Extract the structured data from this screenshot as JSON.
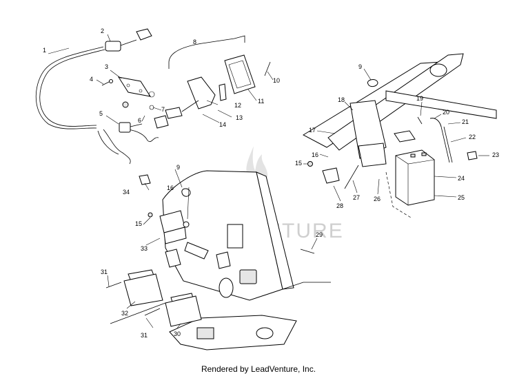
{
  "diagram": {
    "callouts": [
      {
        "id": "1",
        "text": "1"
      },
      {
        "id": "2",
        "text": "2"
      },
      {
        "id": "3",
        "text": "3"
      },
      {
        "id": "4",
        "text": "4"
      },
      {
        "id": "5",
        "text": "5"
      },
      {
        "id": "6",
        "text": "6"
      },
      {
        "id": "7",
        "text": "7"
      },
      {
        "id": "8",
        "text": "8"
      },
      {
        "id": "9a",
        "text": "9"
      },
      {
        "id": "9b",
        "text": "9"
      },
      {
        "id": "10",
        "text": "10"
      },
      {
        "id": "11",
        "text": "11"
      },
      {
        "id": "12",
        "text": "12"
      },
      {
        "id": "13",
        "text": "13"
      },
      {
        "id": "14",
        "text": "14"
      },
      {
        "id": "15a",
        "text": "15"
      },
      {
        "id": "15b",
        "text": "15"
      },
      {
        "id": "16a",
        "text": "16"
      },
      {
        "id": "16b",
        "text": "16"
      },
      {
        "id": "17",
        "text": "17"
      },
      {
        "id": "18",
        "text": "18"
      },
      {
        "id": "19",
        "text": "19"
      },
      {
        "id": "20",
        "text": "20"
      },
      {
        "id": "21",
        "text": "21"
      },
      {
        "id": "22",
        "text": "22"
      },
      {
        "id": "23",
        "text": "23"
      },
      {
        "id": "24",
        "text": "24"
      },
      {
        "id": "25",
        "text": "25"
      },
      {
        "id": "26",
        "text": "26"
      },
      {
        "id": "27",
        "text": "27"
      },
      {
        "id": "28",
        "text": "28"
      },
      {
        "id": "29",
        "text": "29"
      },
      {
        "id": "30",
        "text": "30"
      },
      {
        "id": "31a",
        "text": "31"
      },
      {
        "id": "31b",
        "text": "31"
      },
      {
        "id": "32",
        "text": "32"
      },
      {
        "id": "33",
        "text": "33"
      },
      {
        "id": "34",
        "text": "34"
      }
    ],
    "watermark": "LEADVENTURE"
  },
  "footer": {
    "text": "Rendered by LeadVenture, Inc."
  }
}
